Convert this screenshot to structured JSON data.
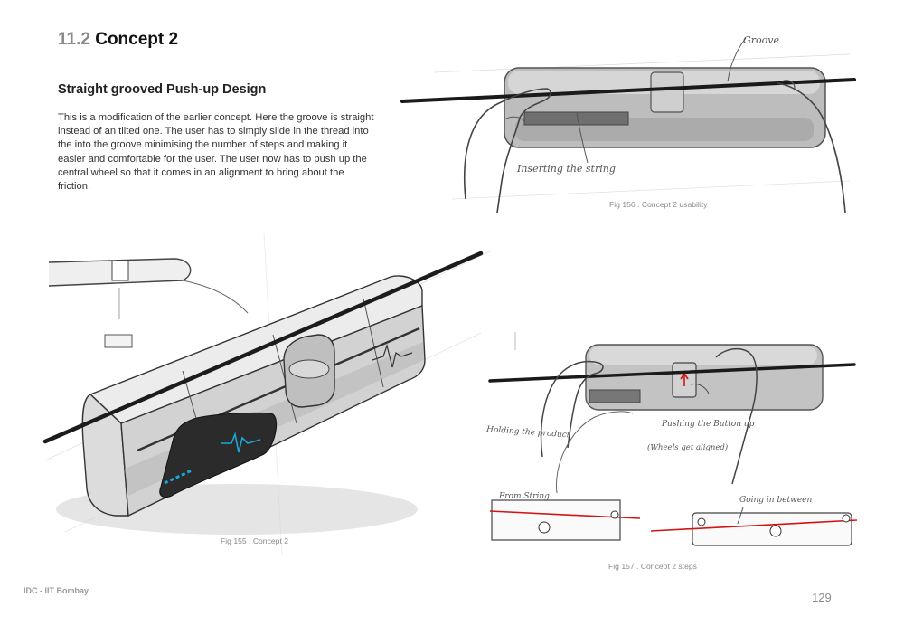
{
  "header": {
    "section_number": "11.2",
    "section_title": "Concept 2"
  },
  "subheading": "Straight grooved Push-up Design",
  "body": "This is a modification of the earlier concept. Here the groove is straight instead of an tilted one. The user has to simply slide in the thread into the into the groove minimising the number of steps and making it easier and comfortable for the user. The user now has to push up the central wheel so that it comes in an alignment to bring about the friction.",
  "figures": {
    "fig155": {
      "caption": "Fig 155 . Concept 2"
    },
    "fig156": {
      "caption": "Fig 156 . Concept 2 usability",
      "annotations": {
        "groove": "Groove",
        "inserting": "Inserting the string"
      }
    },
    "fig157": {
      "caption": "Fig 157 . Concept 2 steps",
      "annotations": {
        "holding": "Holding the product",
        "pushing": "Pushing the Button up",
        "wheel": "(Wheels get aligned)",
        "string": "From String",
        "going": "Going in between"
      }
    }
  },
  "footer": {
    "institution": "IDC - IIT Bombay",
    "page_number": "129"
  },
  "colors": {
    "accent_blue": "#1aa6d8",
    "string_red": "#d01515",
    "sketch_grey": "#7a7a7a"
  }
}
